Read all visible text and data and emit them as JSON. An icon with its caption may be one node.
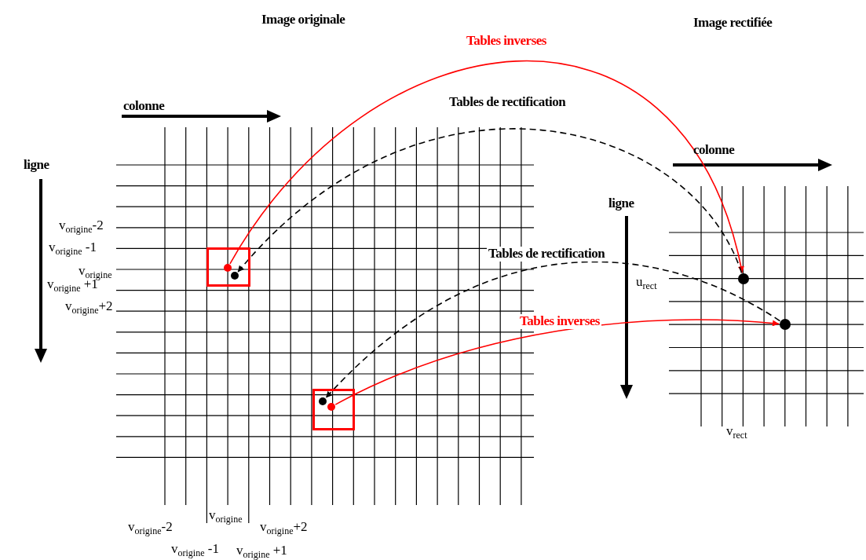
{
  "diagram": {
    "nodes": [
      {
        "text": [],
        "shape": "box"
      },
      {
        "text": [],
        "shape": "circle",
        "in": 0
      },
      {
        "text": [],
        "shape": "circle",
        "in": 0
      },
      {
        "text": [],
        "shape": "box"
      },
      {
        "text": [],
        "shape": "circle",
        "in": 3
      },
      {
        "text": [],
        "shape": "circle",
        "in": 3
      },
      {
        "text": [],
        "shape": "circle"
      },
      {
        "text": [],
        "shape": "circle"
      }
    ],
    "edges": [
      {
        "from": 1,
        "to": 6,
        "arrow": "to",
        "label": "Tables inverses",
        "color": "#ff0000"
      },
      {
        "from": 6,
        "to": 2,
        "arrow": "to",
        "label": "Tables de rectification",
        "style": "dashed",
        "color": "#000000"
      },
      {
        "from": 7,
        "to": 4,
        "arrow": "to",
        "label": "Tables de rectification",
        "style": "dashed",
        "color": "#000000"
      },
      {
        "from": 5,
        "to": 7,
        "arrow": "to",
        "label": "Tables inverses",
        "color": "#ff0000"
      }
    ],
    "labels": [
      "Image originale",
      "Image rectifiée",
      "colonne",
      "colonne",
      "ligne",
      "ligne",
      "v$_{origine}$-2",
      "v$_{origine}$ -1",
      "v$_{origine}$",
      "v$_{origine}$ +1",
      "v$_{origine}$+2",
      "u$_{rect}$",
      "v$_{rect}$",
      "v$_{origine}$-2",
      "v$_{origine}$",
      "v$_{origine}$+2",
      "v$_{origine}$ -1",
      "v$_{origine}$ +1"
    ]
  }
}
